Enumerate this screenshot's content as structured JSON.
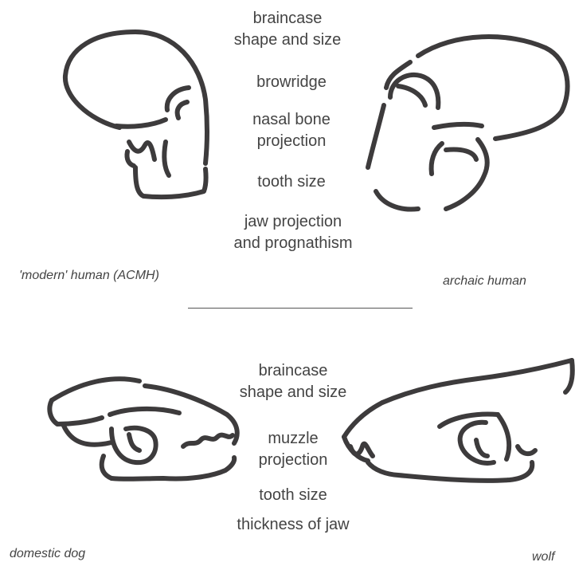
{
  "top": {
    "features": [
      "braincase",
      "shape and size",
      "browridge",
      "nasal bone",
      "projection",
      "tooth size",
      "jaw projection",
      "and prognathism"
    ],
    "left_caption": "'modern' human (ACMH)",
    "right_caption": "archaic human"
  },
  "bottom": {
    "features": [
      "braincase",
      "shape and size",
      "muzzle",
      "projection",
      "tooth size",
      "thickness of jaw"
    ],
    "left_caption": "domestic dog",
    "right_caption": "wolf"
  },
  "colors": {
    "outline": "#3d3b3c",
    "text": "#444444"
  }
}
